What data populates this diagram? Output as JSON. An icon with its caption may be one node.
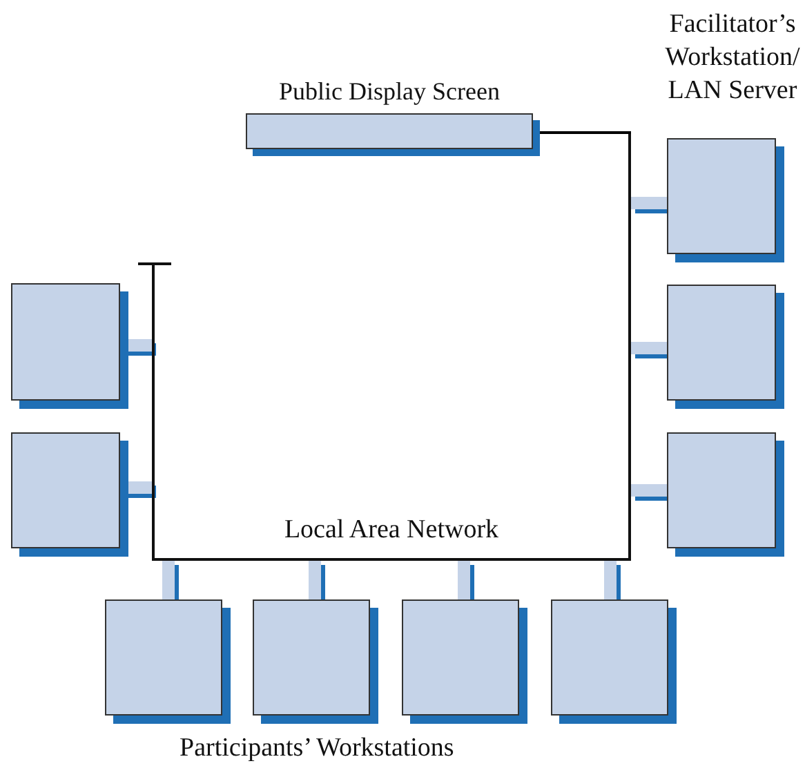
{
  "diagram": {
    "nodes": [
      {
        "text": [
          "Local Area Network"
        ]
      },
      {
        "text": [
          "Public Display Screen"
        ]
      },
      {
        "text": [
          "Facilitator’s Workstation/ LAN Server"
        ]
      },
      {
        "text": [],
        "shape": "box"
      },
      {
        "text": [],
        "shape": "box"
      },
      {
        "text": [],
        "shape": "box"
      },
      {
        "text": [],
        "shape": "box"
      },
      {
        "text": [],
        "shape": "box"
      },
      {
        "text": [],
        "shape": "box"
      },
      {
        "text": [],
        "shape": "box"
      },
      {
        "text": [],
        "shape": "box"
      }
    ],
    "edges": [
      {
        "from": 1,
        "to": 0,
        "arrow": "none",
        "color": "#000000"
      },
      {
        "from": 2,
        "to": 0,
        "arrow": "none"
      },
      {
        "from": 3,
        "to": 0,
        "arrow": "none"
      },
      {
        "from": 4,
        "to": 0,
        "arrow": "none"
      },
      {
        "from": 5,
        "to": 0,
        "arrow": "none"
      },
      {
        "from": 6,
        "to": 0,
        "arrow": "none"
      },
      {
        "from": 7,
        "to": 0,
        "arrow": "none"
      },
      {
        "from": 8,
        "to": 0,
        "arrow": "none"
      },
      {
        "from": 9,
        "to": 0,
        "arrow": "none"
      },
      {
        "from": 10,
        "to": 0,
        "arrow": "none"
      }
    ],
    "labels": [
      "Participants’ Workstations"
    ]
  }
}
